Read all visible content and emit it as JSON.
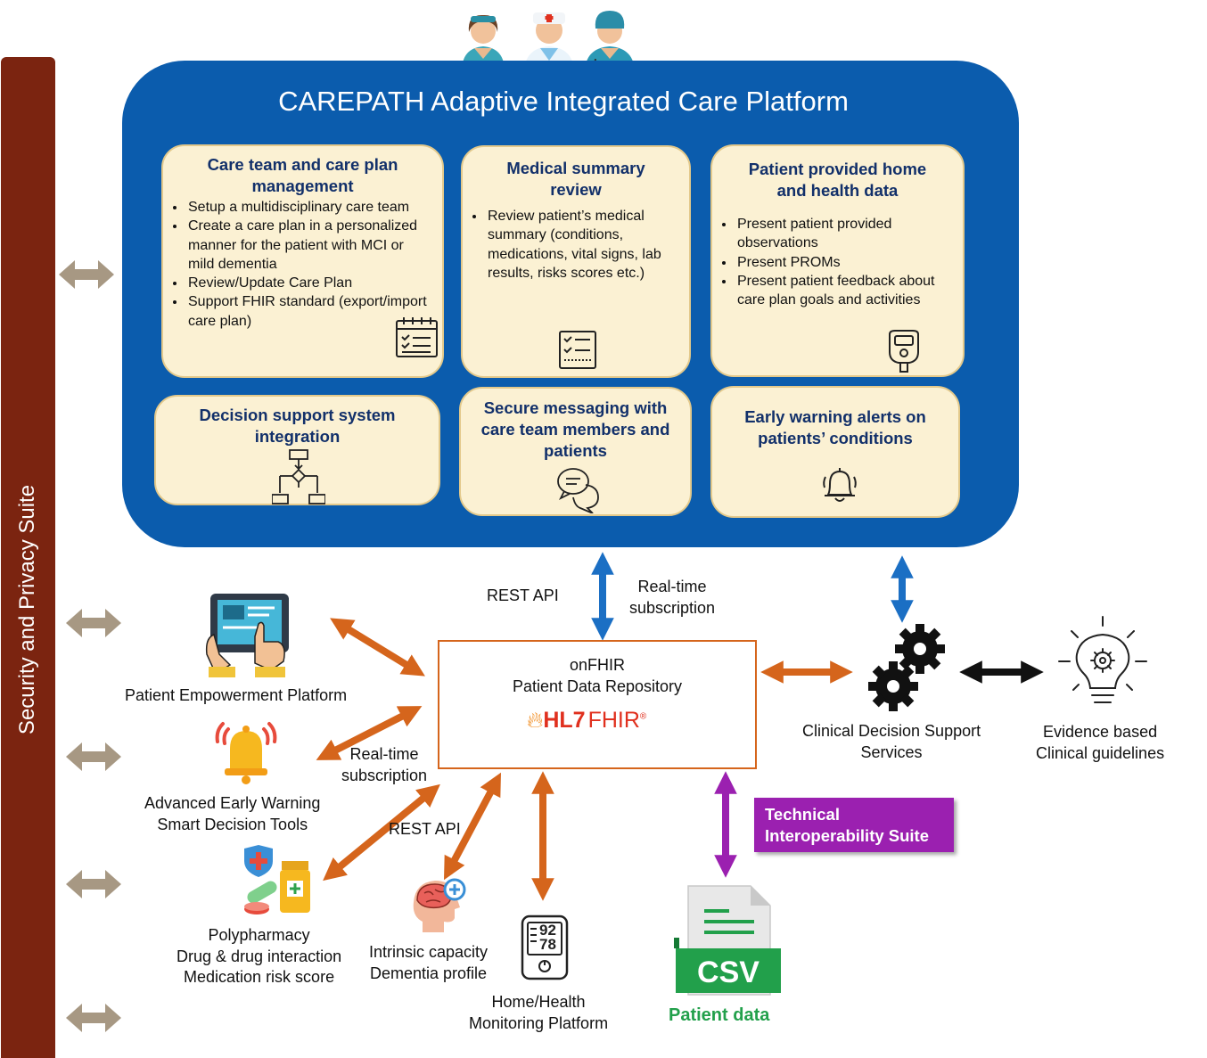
{
  "sidebar": {
    "label": "Security and Privacy Suite"
  },
  "platform": {
    "title": "CAREPATH Adaptive Integrated Care Platform",
    "cards": [
      {
        "title": "Care team and care plan management",
        "items": [
          "Setup a multidisciplinary care team",
          "Create a care plan in a personalized manner for the patient with MCI or mild dementia",
          "Review/Update Care Plan",
          "Support FHIR standard (export/import care plan)"
        ],
        "icon": "calendar-checklist-icon"
      },
      {
        "title": "Medical summary review",
        "items": [
          "Review patient’s medical summary (conditions, medications, vital signs, lab results, risks scores etc.)"
        ],
        "icon": "clipboard-checklist-icon"
      },
      {
        "title": "Patient provided home and health data",
        "items": [
          "Present patient provided observations",
          "Present PROMs",
          "Present patient feedback about care plan goals and activities"
        ],
        "icon": "glucometer-icon"
      },
      {
        "title": "Decision support system integration",
        "items": [],
        "icon": "flowchart-icon"
      },
      {
        "title": "Secure messaging with care team members and patients",
        "items": [],
        "icon": "chat-bubbles-icon"
      },
      {
        "title": "Early warning alerts on patients’ conditions",
        "items": [],
        "icon": "bell-icon"
      }
    ]
  },
  "repository": {
    "line1": "onFHIR",
    "line2": "Patient Data Repository",
    "logo_text": "HL7",
    "logo_suffix": "FHIR",
    "logo_mark": "®"
  },
  "labels": {
    "rest_api_top": "REST API",
    "realtime_top": "Real-time\nsubscription",
    "realtime_left": "Real-time\nsubscription",
    "rest_api_bottom": "REST API"
  },
  "components": {
    "patient_empowerment": "Patient Empowerment Platform",
    "early_warning": "Advanced Early Warning\nSmart Decision Tools",
    "polypharmacy": "Polypharmacy\nDrug & drug interaction\nMedication risk score",
    "intrinsic": "Intrinsic capacity\nDementia profile",
    "home_health": "Home/Health\nMonitoring Platform",
    "cdss": "Clinical Decision Support\nServices",
    "guidelines": "Evidence based\nClinical guidelines",
    "tis": "Technical\nInteroperability Suite",
    "patient_data": "Patient data",
    "csv": "CSV",
    "monitor_values": [
      "92",
      "78"
    ]
  },
  "colors": {
    "sidebar": "#7b2410",
    "platform": "#0b5cad",
    "card": "#fbf1d3",
    "card_title": "#12306a",
    "orange_arrow": "#d5651c",
    "blue_arrow": "#1b6fc4",
    "tan_arrow": "#a79883",
    "purple": "#9b20b0",
    "green": "#22a04b",
    "fhir_red": "#e0301e"
  }
}
